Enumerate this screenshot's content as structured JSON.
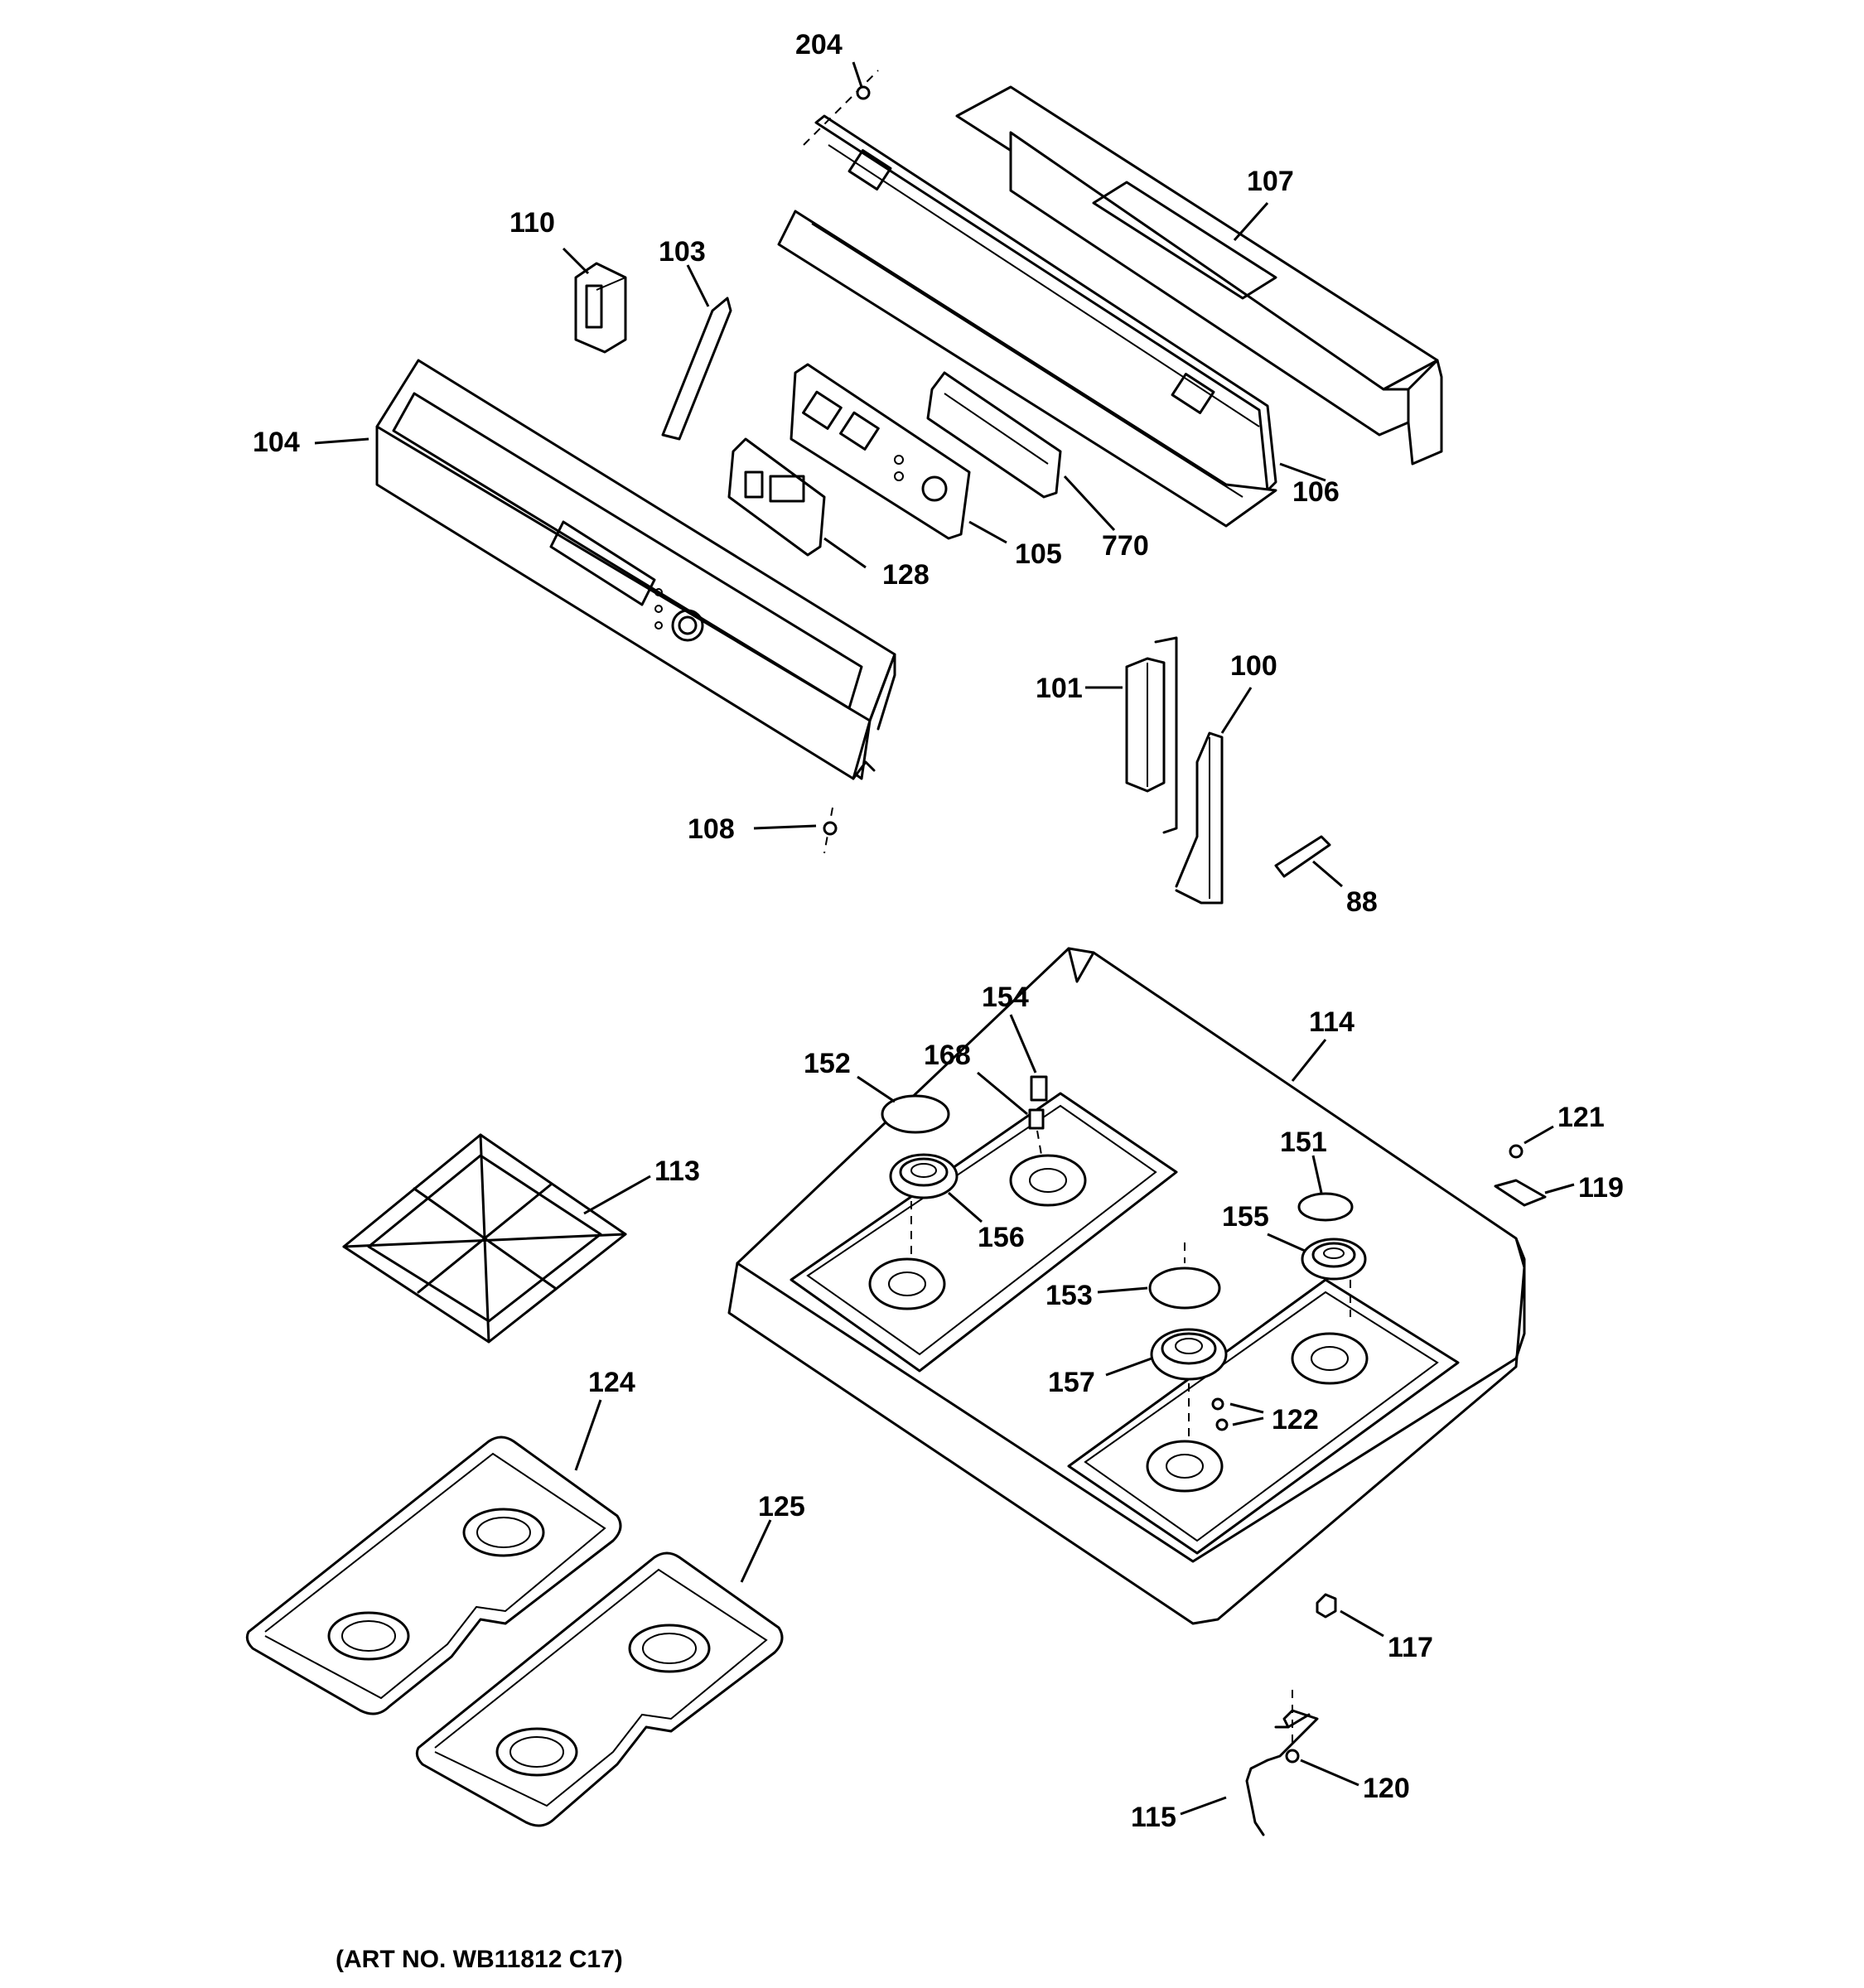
{
  "art_number": "(ART NO. WB11812 C17)",
  "callouts": {
    "c204": "204",
    "c107": "107",
    "c110": "110",
    "c103": "103",
    "c104": "104",
    "c106": "106",
    "c770": "770",
    "c105": "105",
    "c128": "128",
    "c101": "101",
    "c100": "100",
    "c108": "108",
    "c88": "88",
    "c154": "154",
    "c114": "114",
    "c152": "152",
    "c168": "168",
    "c113": "113",
    "c121": "121",
    "c151": "151",
    "c119": "119",
    "c156": "156",
    "c155": "155",
    "c153": "153",
    "c157": "157",
    "c122": "122",
    "c124": "124",
    "c125": "125",
    "c117": "117",
    "c120": "120",
    "c115": "115"
  }
}
